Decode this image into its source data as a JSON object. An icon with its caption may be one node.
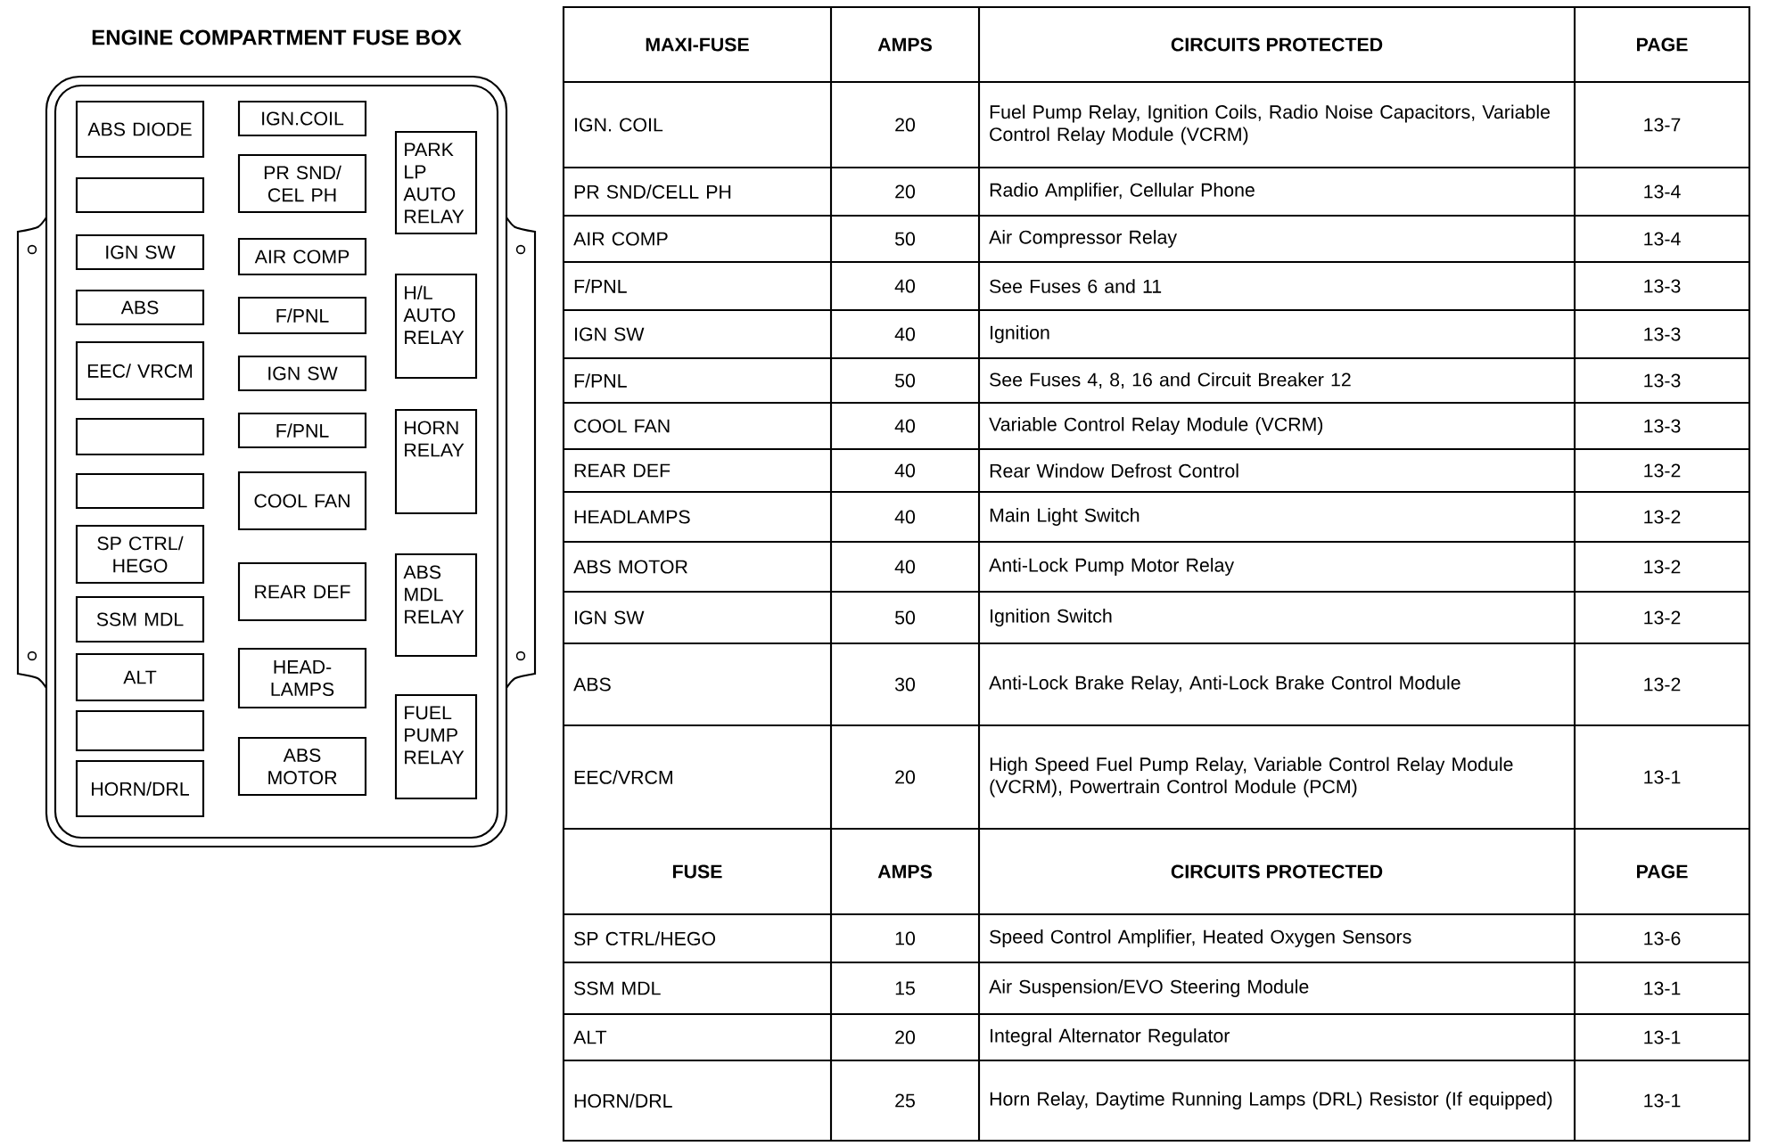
{
  "diagram": {
    "nodes": [
      {
        "text": [
          "ENGINE COMPARTMENT FUSE BOX"
        ]
      },
      {
        "text": [
          "ABS DIODE"
        ],
        "in": 0
      },
      {
        "text": [],
        "shape": "box",
        "in": 0
      },
      {
        "text": [
          "IGN SW"
        ],
        "in": 0
      },
      {
        "text": [
          "ABS"
        ],
        "in": 0
      },
      {
        "text": [
          "EEC/ VRCM"
        ],
        "in": 0
      },
      {
        "text": [],
        "shape": "box",
        "in": 0
      },
      {
        "text": [],
        "shape": "box",
        "in": 0
      },
      {
        "text": [
          "SP CTRL/ HEGO"
        ],
        "in": 0
      },
      {
        "text": [
          "SSM MDL"
        ],
        "in": 0
      },
      {
        "text": [
          "ALT"
        ],
        "in": 0
      },
      {
        "text": [],
        "shape": "box",
        "in": 0
      },
      {
        "text": [
          "HORN/DRL"
        ],
        "in": 0
      },
      {
        "text": [
          "IGN.COIL"
        ],
        "in": 0
      },
      {
        "text": [
          "PR SND/ CEL PH"
        ],
        "in": 0
      },
      {
        "text": [
          "AIR COMP"
        ],
        "in": 0
      },
      {
        "text": [
          "F/PNL"
        ],
        "in": 0
      },
      {
        "text": [
          "IGN SW"
        ],
        "in": 0
      },
      {
        "text": [
          "F/PNL"
        ],
        "in": 0
      },
      {
        "text": [
          "COOL FAN"
        ],
        "in": 0
      },
      {
        "text": [
          "REAR DEF"
        ],
        "in": 0
      },
      {
        "text": [
          "HEAD- LAMPS"
        ],
        "in": 0
      },
      {
        "text": [
          "ABS MOTOR"
        ],
        "in": 0
      },
      {
        "text": [
          "PARK LP AUTO RELAY"
        ],
        "in": 0
      },
      {
        "text": [
          "H/L AUTO RELAY"
        ],
        "in": 0
      },
      {
        "text": [
          "HORN RELAY"
        ],
        "in": 0
      },
      {
        "text": [
          "ABS MDL RELAY"
        ],
        "in": 0
      },
      {
        "text": [
          "FUEL PUMP RELAY"
        ],
        "in": 0
      }
    ],
    "labels": [
      "MAXI-FUSE",
      "AMPS",
      "CIRCUITS PROTECTED",
      "PAGE",
      "IGN. COIL",
      "20",
      "Fuel Pump Relay, Ignition Coils, Radio Noise Capacitors, Variable Control Relay Module (VCRM)",
      "13-7",
      "PR SND/CELL PH",
      "20",
      "Radio Amplifier, Cellular Phone",
      "13-4",
      "AIR COMP",
      "50",
      "Air Compressor Relay",
      "13-4",
      "F/PNL",
      "40",
      "See Fuses 6 and 11",
      "13-3",
      "IGN SW",
      "40",
      "Ignition",
      "13-3",
      "F/PNL",
      "50",
      "See Fuses 4, 8, 16 and Circuit Breaker 12",
      "13-3",
      "COOL FAN",
      "40",
      "Variable Control Relay Module (VCRM)",
      "13-3",
      "REAR DEF",
      "40",
      "Rear Window Defrost Control",
      "13-2",
      "HEADLAMPS",
      "40",
      "Main Light Switch",
      "13-2",
      "ABS MOTOR",
      "40",
      "Anti-Lock Pump Motor Relay",
      "13-2",
      "IGN SW",
      "50",
      "Ignition Switch",
      "13-2",
      "ABS",
      "30",
      "Anti-Lock Brake Relay, Anti-Lock Brake Control Module",
      "13-2",
      "EEC/VRCM",
      "20",
      "High Speed Fuel Pump Relay, Variable Control Relay Module (VCRM), Powertrain Control Module (PCM)",
      "13-1",
      "FUSE",
      "AMPS",
      "CIRCUITS PROTECTED",
      "PAGE",
      "SP CTRL/HEGO",
      "10",
      "Speed Control Amplifier, Heated Oxygen Sensors",
      "13-6",
      "SSM MDL",
      "15",
      "Air Suspension/EVO Steering Module",
      "13-1",
      "ALT",
      "20",
      "Integral Alternator Regulator",
      "13-1",
      "HORN/DRL",
      "25",
      "Horn Relay, Daytime Running Lamps (DRL) Resistor (If equipped)",
      "13-1"
    ]
  }
}
